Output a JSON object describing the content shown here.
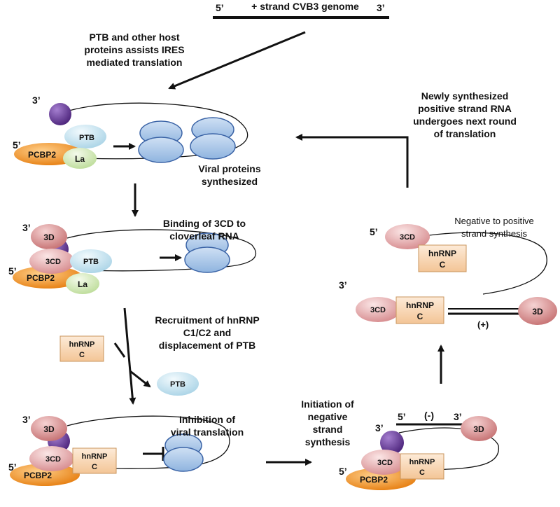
{
  "labels": {
    "five_prime": "5’",
    "three_prime": "3’",
    "genome": "+ strand  CVB3 genome",
    "caption_ires_1": "PTB and other host",
    "caption_ires_2": "proteins assists  IRES",
    "caption_ires_3": "mediated translation",
    "caption_viral_1": "Viral proteins",
    "caption_viral_2": "synthesized",
    "caption_binding_1": "Binding of 3CD to",
    "caption_binding_2": "cloverleaf RNA",
    "caption_recruit_1": "Recruitment of hnRNP",
    "caption_recruit_2": "C1/C2 and",
    "caption_recruit_3": "displacement of PTB",
    "caption_inhibit_1": "Inhibition of",
    "caption_inhibit_2": "viral translation",
    "caption_init_1": "Initiation of",
    "caption_init_2": "negative",
    "caption_init_3": "strand",
    "caption_init_4": "synthesis",
    "caption_newly_1": "Newly synthesized",
    "caption_newly_2": "positive strand RNA",
    "caption_newly_3": "undergoes next round",
    "caption_newly_4": "of translation",
    "caption_neg_pos_1": "Negative to positive",
    "caption_neg_pos_2": "strand synthesis",
    "minus_strand": "(-)",
    "plus_strand": "(+)"
  },
  "proteins": {
    "pcbp2": "PCBP2",
    "ptb": "PTB",
    "la": "La",
    "d3": "3D",
    "cd3": "3CD",
    "hnrnp": "hnRNP",
    "c": "C"
  },
  "colors": {
    "pcbp2": "#f0901f",
    "ptb": "#cde9f3",
    "la": "#d9ecc2",
    "d3": "#d98f8f",
    "cd3": "#e8b1b3",
    "hnrnp": "#f7d2ad",
    "purple": "#6a3a9d",
    "ribosome": "#a7c6e8"
  }
}
